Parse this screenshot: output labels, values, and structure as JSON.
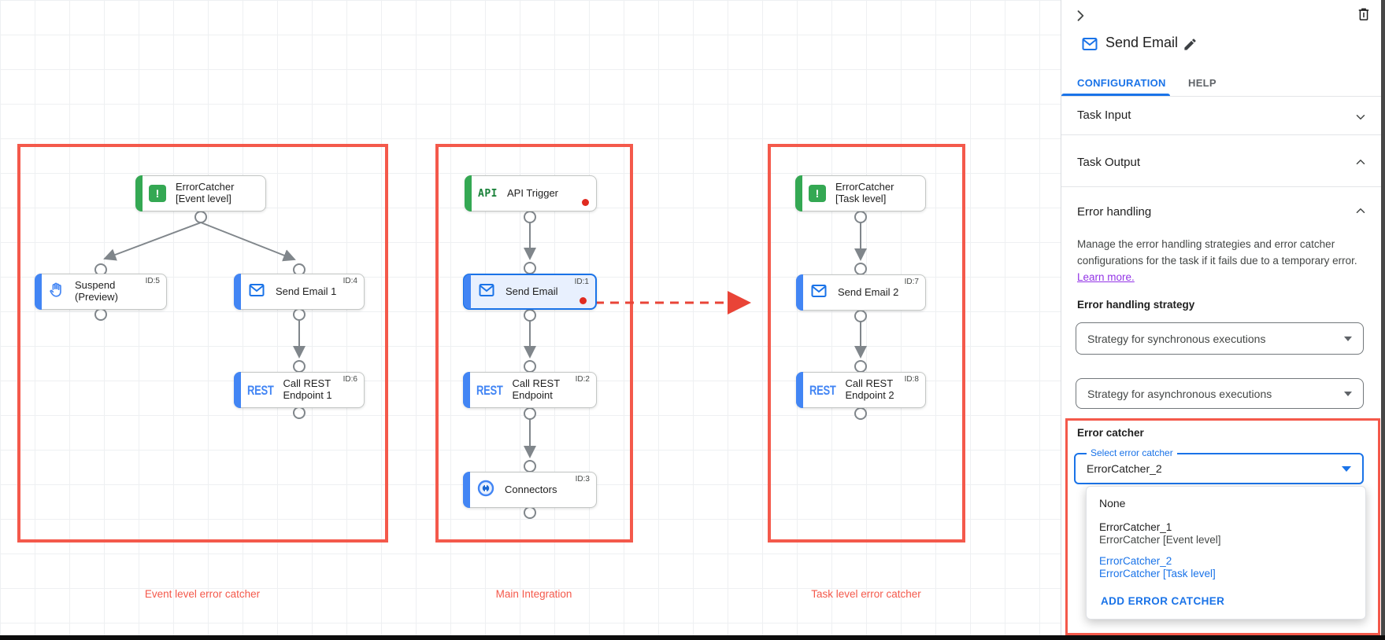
{
  "canvas": {
    "groups": [
      {
        "label": "Event level error catcher"
      },
      {
        "label": "Main Integration"
      },
      {
        "label": "Task level error catcher"
      }
    ],
    "logos": {
      "api": "API",
      "rest": "REST",
      "error_glyph": "!"
    },
    "nodes": {
      "ec_event": {
        "line1": "ErrorCatcher",
        "line2": "[Event level]"
      },
      "suspend": {
        "line1": "Suspend",
        "line2": "(Preview)",
        "id": "ID:5"
      },
      "send_email_1": {
        "label": "Send Email 1",
        "id": "ID:4"
      },
      "call_rest_1": {
        "line1": "Call REST",
        "line2": "Endpoint 1",
        "id": "ID:6"
      },
      "api_trigger": {
        "label": "API Trigger"
      },
      "send_email": {
        "label": "Send Email",
        "id": "ID:1"
      },
      "call_rest": {
        "line1": "Call REST",
        "line2": "Endpoint",
        "id": "ID:2"
      },
      "connectors": {
        "label": "Connectors",
        "id": "ID:3"
      },
      "ec_task": {
        "line1": "ErrorCatcher",
        "line2": "[Task level]"
      },
      "send_email_2": {
        "label": "Send Email 2",
        "id": "ID:7"
      },
      "call_rest_2": {
        "line1": "Call REST",
        "line2": "Endpoint 2",
        "id": "ID:8"
      }
    }
  },
  "panel": {
    "title": "Send Email",
    "tabs": {
      "configuration": "CONFIGURATION",
      "help": "HELP"
    },
    "task_input_label": "Task Input",
    "task_output_label": "Task Output",
    "error_handling": {
      "section_label": "Error handling",
      "desc_line1": "Manage the error handling strategies and error catcher",
      "desc_line2": "configurations for the task if it fails due to a temporary error.",
      "learn_more": "Learn more.",
      "strategy_label": "Error handling strategy",
      "sync_select": "Strategy for synchronous executions",
      "async_select": "Strategy for asynchronous executions"
    },
    "error_catcher": {
      "section_label": "Error catcher",
      "select_label": "Select error catcher",
      "value": "ErrorCatcher_2",
      "menu": {
        "none_label": "None",
        "opt1_name": "ErrorCatcher_1",
        "opt1_desc": "ErrorCatcher [Event level]",
        "opt2_name": "ErrorCatcher_2",
        "opt2_desc": "ErrorCatcher [Task level]",
        "add_label": "ADD ERROR CATCHER"
      }
    }
  },
  "colors": {
    "accent_blue": "#1a73e8",
    "node_blue": "#4285f4",
    "green": "#34a853",
    "annotation_red": "#f4594b",
    "dot_red": "#e02b20",
    "link_purple": "#9334e6"
  }
}
